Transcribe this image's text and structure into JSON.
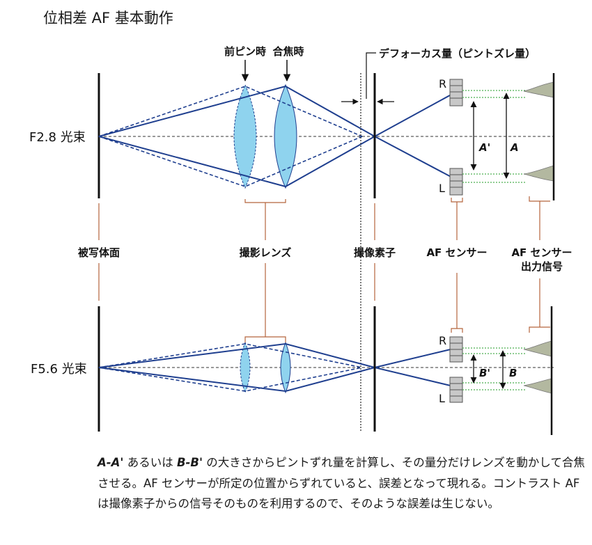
{
  "title": "位相差 AF 基本動作",
  "labels": {
    "front_focus": "前ピン時",
    "in_focus": "合焦時",
    "defocus": "デフォーカス量（ピントズレ量）",
    "f28": "F2.8 光束",
    "f56": "F5.6 光束",
    "subject_plane": "被写体面",
    "lens": "撮影レンズ",
    "image_sensor": "撮像素子",
    "af_sensor": "AF センサー",
    "af_output_1": "AF センサー",
    "af_output_2": "出力信号",
    "R": "R",
    "L": "L",
    "A": "A",
    "A_prime": "A'",
    "B": "B",
    "B_prime": "B'"
  },
  "caption": {
    "em1": "A-A'",
    "t1": " あるいは ",
    "em2": "B-B'",
    "t2": " の大きさからピントずれ量を計算し、その量分だけレンズを動かして合焦させる。AF センサーが所定の位置からずれていると、誤差となって現れる。コントラスト AF は撮像素子からの信号そのものを利用するので、そのような誤差は生じない。"
  },
  "colors": {
    "ray": "#1f3f8f",
    "lens_fill": "#8fd3ee",
    "bracket": "#b5643c",
    "signal": "#4caf50",
    "signal_shape": "#b3b8a0",
    "sensor": "#c8c8c8"
  }
}
